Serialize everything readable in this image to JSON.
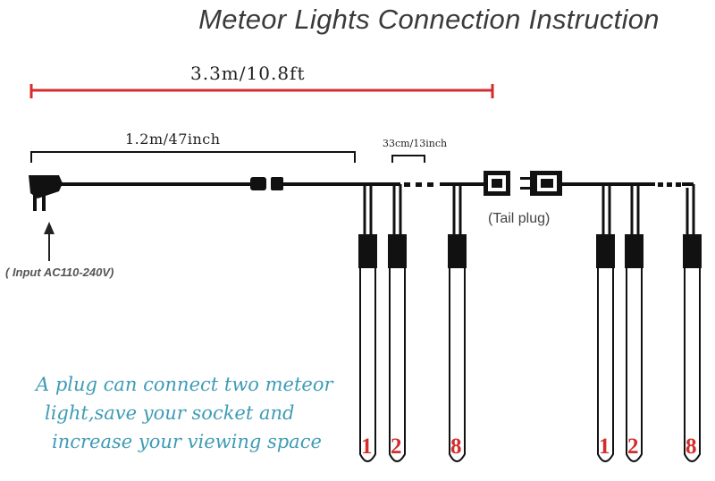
{
  "title": "Meteor Lights Connection Instruction",
  "dimensions": {
    "total_length": "3.3m/10.8ft",
    "lead_length": "1.2m/47inch",
    "spacing": "33cm/13inch"
  },
  "labels": {
    "tail_plug": "(Tail plug)",
    "input": "( Input AC110-240V)"
  },
  "note_lines": [
    "A plug can connect two meteor",
    "light,save your socket and",
    "increase your viewing space"
  ],
  "tube_numbers": {
    "group1": [
      "1",
      "2",
      "8"
    ],
    "group2": [
      "1",
      "2",
      "8"
    ]
  },
  "colors": {
    "title": "#3a3a3a",
    "dimension_line_total": "#d42d2d",
    "cable": "#111111",
    "note": "#3f9bb6",
    "tube_number": "#d42d2d"
  }
}
